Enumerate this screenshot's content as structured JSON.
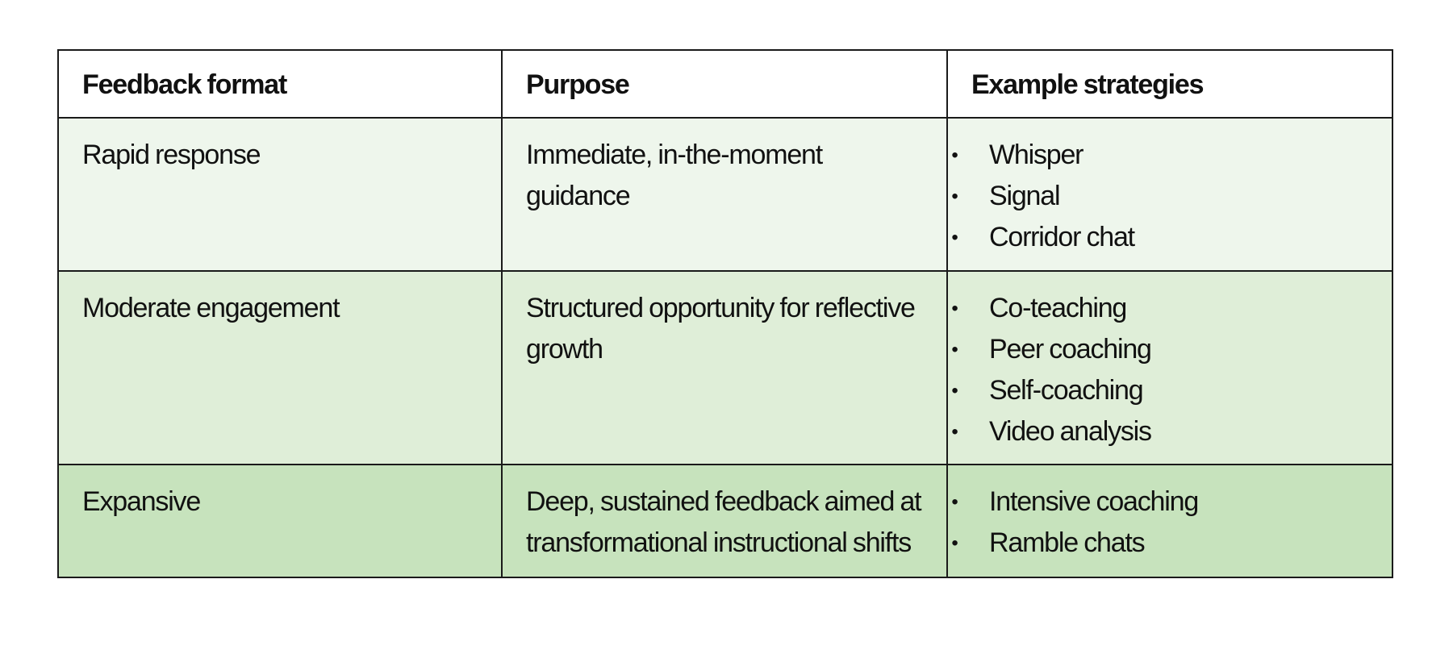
{
  "table": {
    "headers": [
      "Feedback format",
      "Purpose",
      "Example strategies"
    ],
    "rows": [
      {
        "format": "Rapid response",
        "purpose": "Immediate, in-the-moment guidance",
        "strategies": [
          "Whisper",
          "Signal",
          "Corridor chat"
        ]
      },
      {
        "format": "Moderate engagement",
        "purpose": "Structured opportunity for reflective growth",
        "strategies": [
          "Co-teaching",
          "Peer coaching",
          "Self-coaching",
          "Video analysis"
        ]
      },
      {
        "format": "Expansive",
        "purpose": "Deep, sustained feedback aimed at transformational instructional shifts",
        "strategies": [
          "Intensive coaching",
          "Ramble chats"
        ]
      }
    ],
    "bullet_glyph": "•",
    "row_colors": [
      "#eef6ec",
      "#dfeed8",
      "#c7e3bd"
    ]
  }
}
